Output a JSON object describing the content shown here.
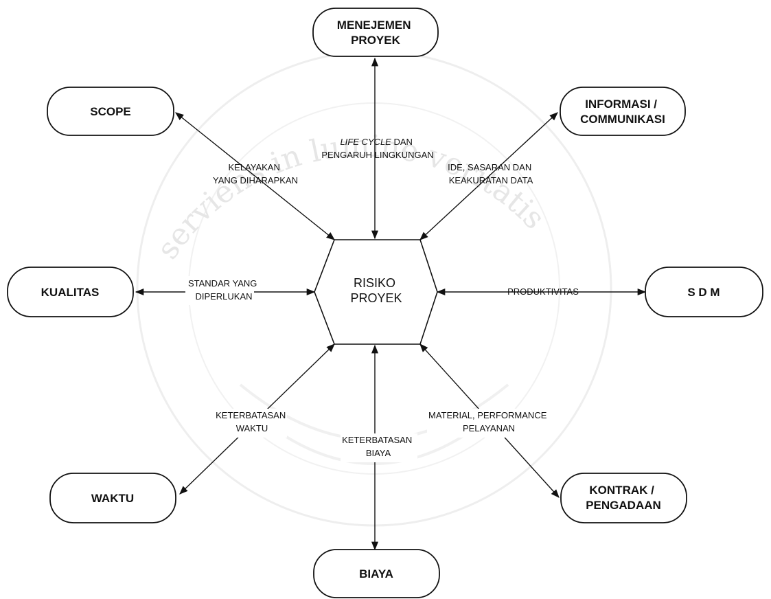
{
  "center": {
    "lines": [
      "RISIKO",
      "PROYEK"
    ]
  },
  "nodes": {
    "manajemen": {
      "lines": [
        "MENEJEMEN",
        "PROYEK"
      ]
    },
    "scope": {
      "lines": [
        "SCOPE"
      ]
    },
    "informasi": {
      "lines": [
        "INFORMASI /",
        "COMMUNIKASI"
      ]
    },
    "kualitas": {
      "lines": [
        "KUALITAS"
      ]
    },
    "sdm": {
      "lines": [
        "S D M"
      ]
    },
    "waktu": {
      "lines": [
        "WAKTU"
      ]
    },
    "kontrak": {
      "lines": [
        "KONTRAK /",
        "PENGADAAN"
      ]
    },
    "biaya": {
      "lines": [
        "BIAYA"
      ]
    }
  },
  "edge_labels": {
    "manajemen": {
      "italic": "LIFE CYCLE",
      "rest": " DAN",
      "line2": "PENGARUH LINGKUNGAN"
    },
    "scope": {
      "lines": [
        "KELAYAKAN",
        "YANG DIHARAPKAN"
      ]
    },
    "informasi": {
      "lines": [
        "IDE, SASARAN DAN",
        "KEAKURATAN DATA"
      ]
    },
    "kualitas": {
      "lines": [
        "STANDAR YANG",
        "DIPERLUKAN"
      ]
    },
    "sdm": {
      "lines": [
        "PRODUKTIVITAS"
      ]
    },
    "waktu": {
      "lines": [
        "KETERBATASAN",
        "WAKTU"
      ]
    },
    "kontrak": {
      "lines": [
        "MATERIAL, PERFORMANCE",
        "PELAYANAN"
      ]
    },
    "biaya": {
      "lines": [
        "KETERBATASAN",
        "BIAYA"
      ]
    }
  },
  "watermark": {
    "text": "serviens in lumine veritatis"
  }
}
